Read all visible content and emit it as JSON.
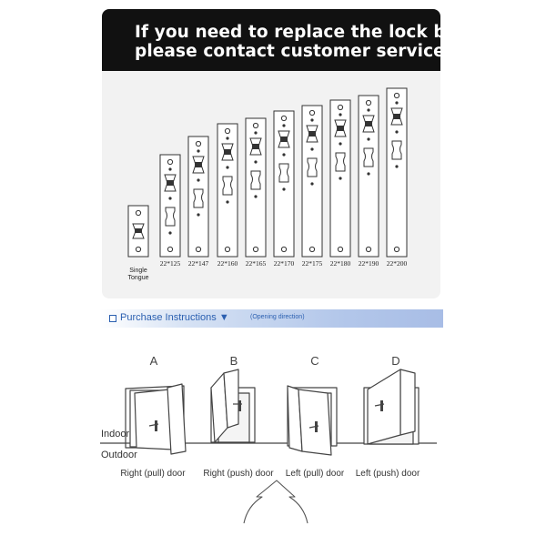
{
  "banner": {
    "line1": "If you need to replace the lock body",
    "line2": "please contact customer service"
  },
  "locks": {
    "sizes": [
      "22*125",
      "22*147",
      "22*160",
      "22*165",
      "22*170",
      "22*175",
      "22*180",
      "22*190",
      "22*200"
    ],
    "single": {
      "line1": "Single",
      "line2": "Tongue"
    }
  },
  "purchase": {
    "title": "Purchase Instructions ▼",
    "subtitle": "(Opening direction)"
  },
  "doors": {
    "letters": [
      "A",
      "B",
      "C",
      "D"
    ],
    "captions": [
      "Right (pull) door",
      "Right (push) door",
      "Left (pull) door",
      "Left (push) door"
    ],
    "indoor": "Indoor",
    "outdoor": "Outdoor"
  },
  "colors": {
    "banner_bg": "#111111",
    "accent_blue": "#2a5fb0"
  }
}
